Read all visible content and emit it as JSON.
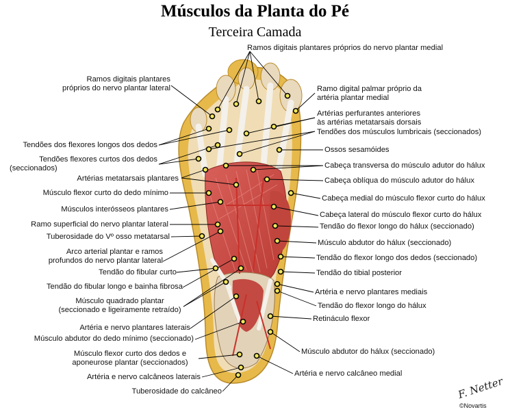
{
  "title": "Músculos da Planta do Pé",
  "subtitle": "Terceira Camada",
  "labels": {
    "ramos_medial": "Ramos digitais plantares próprios do nervo plantar medial",
    "ramos_lateral_1": "Ramos digitais plantares",
    "ramos_lateral_2": "próprios do nervo plantar lateral",
    "ramo_palmar_1": "Ramo digital palmar próprio da",
    "ramo_palmar_2": "artéria plantar medial",
    "perfurantes_1": "Artérias perfurantes anteriores",
    "perfurantes_2": "às artérias metatarsais dorsais",
    "lumbricais": "Tendões dos músculos lumbricais (seccionados)",
    "flexores_longos": "Tendões dos flexores longos dos dedos",
    "sesamoides": "Ossos sesamóides",
    "flexores_curtos_1": "Tendões flexores curtos dos dedos",
    "flexores_curtos_2": "(seccionados)",
    "transversa": "Cabeça transversa do músculo adutor do hálux",
    "metatarsais": "Artérias metatarsais plantares",
    "obliqua": "Cabeça oblíqua do músculo adutor do hálux",
    "flexor_minimo": "Músculo flexor curto do dedo mínimo",
    "cabeca_medial": "Cabeça medial do músculo flexor curto do hálux",
    "interosseos": "Músculos interósseos plantares",
    "cabeca_lateral": "Cabeça lateral do músculo flexor curto do hálux",
    "ramo_superficial": "Ramo superficial do nervo plantar lateral",
    "tendao_flexor_longo_halux_secc": "Tendão do flexor longo do hálux (seccionado)",
    "tuberosidade_v": "Tuberosidade do Vº osso metatarsal",
    "abdutor_halux_secc_1": "Músculo abdutor do hálux (seccionado)",
    "arco_1": "Arco arterial plantar e ramos",
    "arco_2": "profundos do nervo plantar lateral",
    "flexor_longo_dedos": "Tendão do flexor longo dos dedos (seccionado)",
    "fibular_curto": "Tendão do fibular curto",
    "tibial_posterior": "Tendão do tibial posterior",
    "fibular_longo": "Tendão do fibular longo e bainha fibrosa",
    "arteria_mediais": "Artéria e nervo plantares mediais",
    "quadrado_1": "Músculo quadrado plantar",
    "quadrado_2": "(seccionado e ligeiramente retraído)",
    "flexor_longo_halux": "Tendão do flexor longo do hálux",
    "retinaculo": "Retináculo flexor",
    "arteria_laterais": "Artéria e nervo plantares laterais",
    "abdutor_minimo": "Músculo abdutor do dedo mínimo (seccionado)",
    "abdutor_halux_secc_2": "Músculo abdutor do hálux (seccionado)",
    "flexor_curto_dedos_1": "Músculo flexor curto dos dedos e",
    "flexor_curto_dedos_2": "aponeurose plantar (seccionados)",
    "calcaneo_medial": "Artéria e nervo calcâneo medial",
    "calcaneos_laterais": "Artéria e nervo calcâneos laterais",
    "tuberosidade_calcaneo": "Tuberosidade do calcâneo"
  },
  "credit": "©Novartis",
  "colors": {
    "muscle": "#c94a40",
    "tendon": "#e9e4dc",
    "fat": "#e6b94a",
    "line": "#000000"
  }
}
